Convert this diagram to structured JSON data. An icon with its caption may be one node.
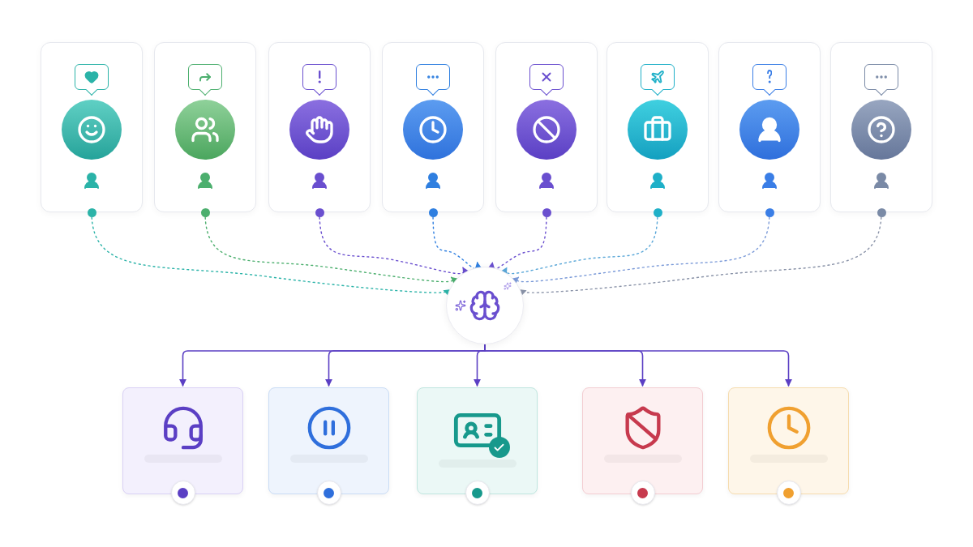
{
  "diagram": {
    "nodes": [
      {
        "text": [],
        "shape": "box"
      },
      {
        "text": [],
        "shape": "box"
      },
      {
        "text": [],
        "shape": "box"
      },
      {
        "text": [],
        "shape": "box"
      },
      {
        "text": [],
        "shape": "box"
      },
      {
        "text": [],
        "shape": "box"
      },
      {
        "text": [],
        "shape": "box"
      },
      {
        "text": [],
        "shape": "box"
      },
      {
        "text": [],
        "shape": "circle"
      },
      {
        "text": [],
        "shape": "box"
      },
      {
        "text": [],
        "shape": "box"
      },
      {
        "text": [],
        "shape": "box"
      },
      {
        "text": [],
        "shape": "box"
      },
      {
        "text": [],
        "shape": "box"
      }
    ],
    "edges": [
      {
        "from": 0,
        "to": 8,
        "arrow": "to",
        "style": "dashed",
        "color": "#2bb3a8"
      },
      {
        "from": 1,
        "to": 8,
        "arrow": "to",
        "style": "dashed",
        "color": "#4caf6e"
      },
      {
        "from": 2,
        "to": 8,
        "arrow": "to",
        "style": "dashed",
        "color": "#6a4fcf"
      },
      {
        "from": 3,
        "to": 8,
        "arrow": "to",
        "style": "dashed",
        "color": "#2f7fe0"
      },
      {
        "from": 4,
        "to": 8,
        "arrow": "to",
        "style": "dashed",
        "color": "#6a4fcf"
      },
      {
        "from": 5,
        "to": 8,
        "arrow": "to",
        "style": "dashed",
        "color": "#5aa7d8"
      },
      {
        "from": 6,
        "to": 8,
        "arrow": "to",
        "style": "dashed",
        "color": "#7b9ad8"
      },
      {
        "from": 7,
        "to": 8,
        "arrow": "to",
        "style": "dashed",
        "color": "#8a93a8"
      },
      {
        "from": 8,
        "to": 9,
        "arrow": "to",
        "color": "#5b3fc4"
      },
      {
        "from": 8,
        "to": 10,
        "arrow": "to",
        "color": "#5b3fc4"
      },
      {
        "from": 8,
        "to": 11,
        "arrow": "to",
        "color": "#5b3fc4"
      },
      {
        "from": 8,
        "to": 12,
        "arrow": "to",
        "color": "#5b3fc4"
      },
      {
        "from": 8,
        "to": 13,
        "arrow": "to",
        "color": "#5b3fc4"
      }
    ]
  }
}
